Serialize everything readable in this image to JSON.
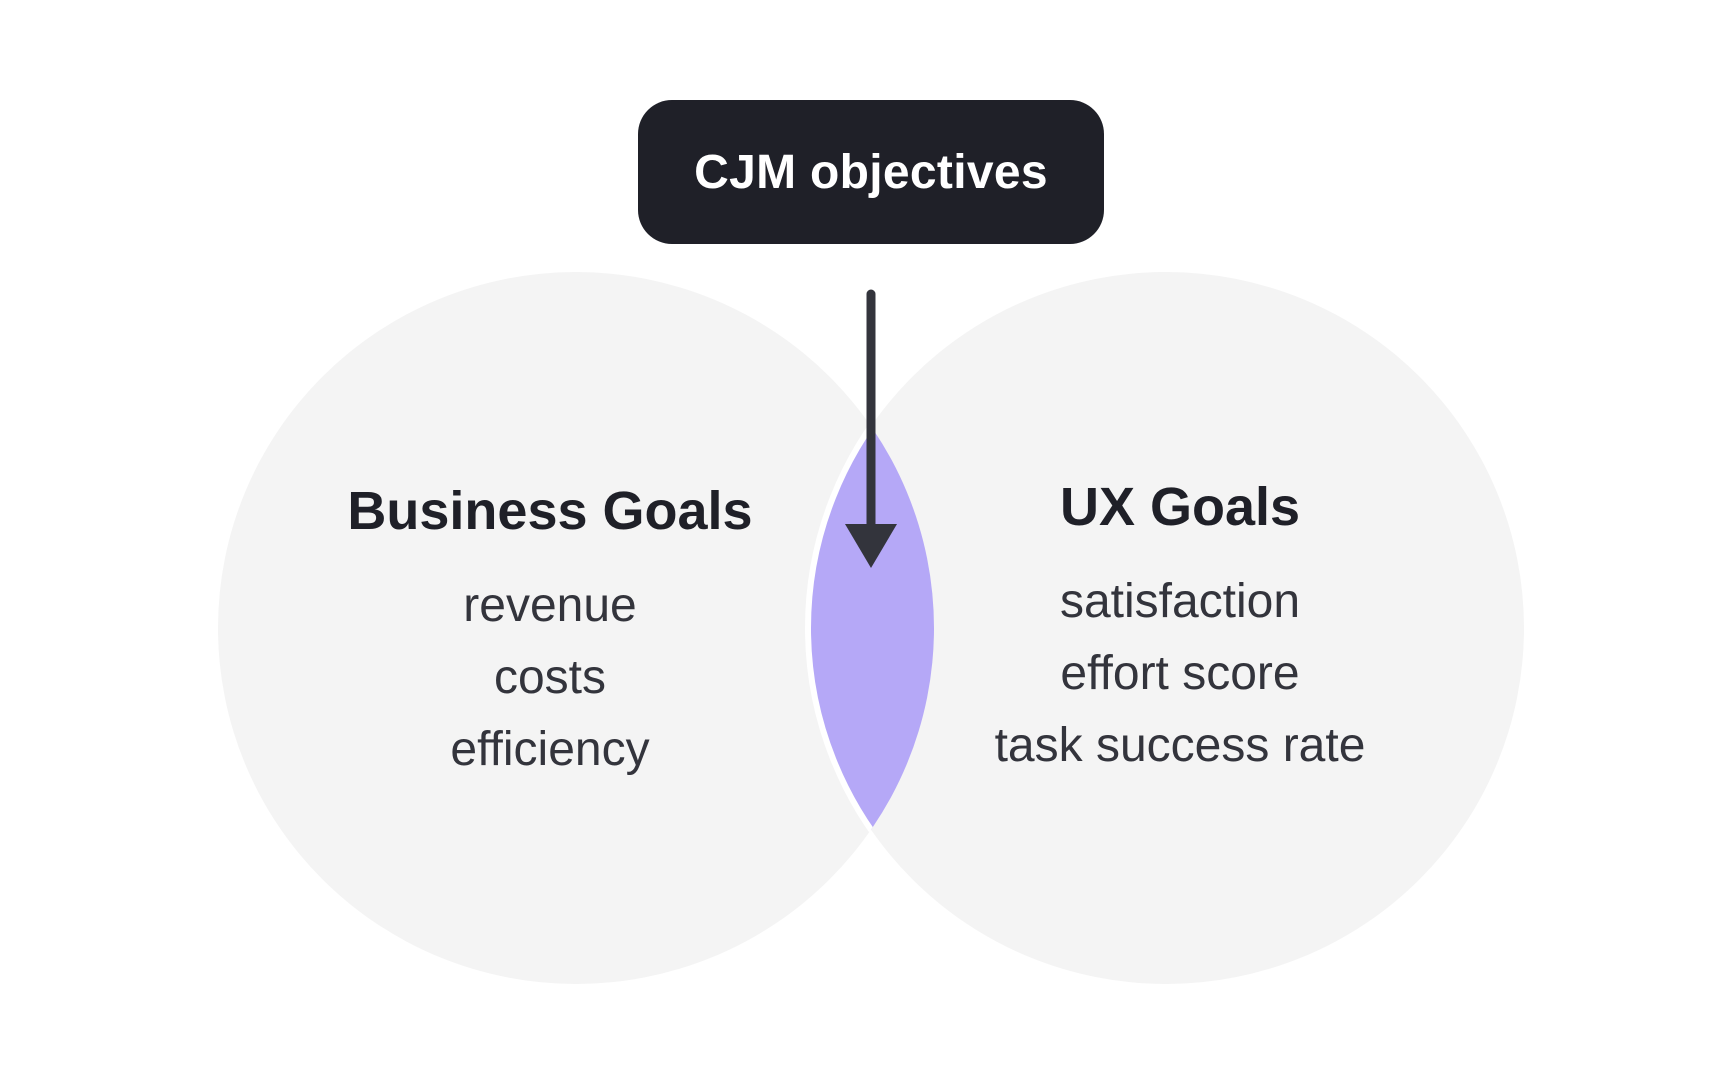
{
  "objective": {
    "label": "CJM objectives"
  },
  "business": {
    "title": "Business Goals",
    "items": [
      "revenue",
      "costs",
      "efficiency"
    ]
  },
  "ux": {
    "title": "UX Goals",
    "items": [
      "satisfaction",
      "effort score",
      "task success rate"
    ]
  },
  "colors": {
    "circle_fill": "#f4f4f4",
    "overlap_fill": "#b5a8f7",
    "label_bg": "#1f2028",
    "arrow": "#33343c",
    "text_dark": "#1f2028"
  }
}
